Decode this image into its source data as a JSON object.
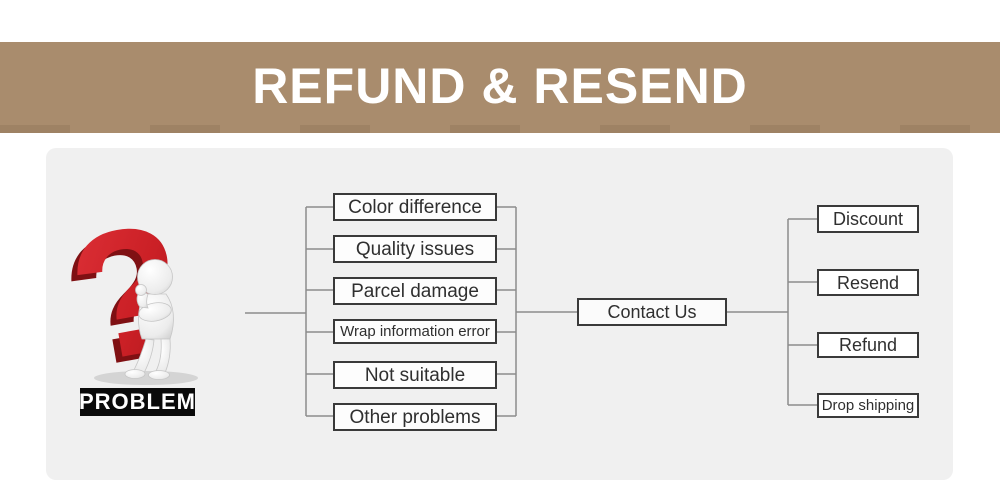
{
  "banner": {
    "title": "REFUND & RESEND",
    "bg_color": "#a98c6d",
    "text_color": "#ffffff"
  },
  "panel": {
    "bg_color": "#f0f0f0",
    "problem_label": "PROBLEM",
    "illustration_icon": "question-mark-thinking-figure-icon",
    "problems": [
      "Color difference",
      "Quality issues",
      "Parcel damage",
      "Wrap information error",
      "Not suitable",
      "Other problems"
    ],
    "hub_label": "Contact Us",
    "solutions": [
      "Discount",
      "Resend",
      "Refund",
      "Drop shipping"
    ]
  },
  "colors": {
    "box_border": "#3a3a3a",
    "connector_line": "#8c8c8c",
    "problem_tag_bg": "#0a0a0a",
    "question_mark_red": "#cb2026"
  }
}
